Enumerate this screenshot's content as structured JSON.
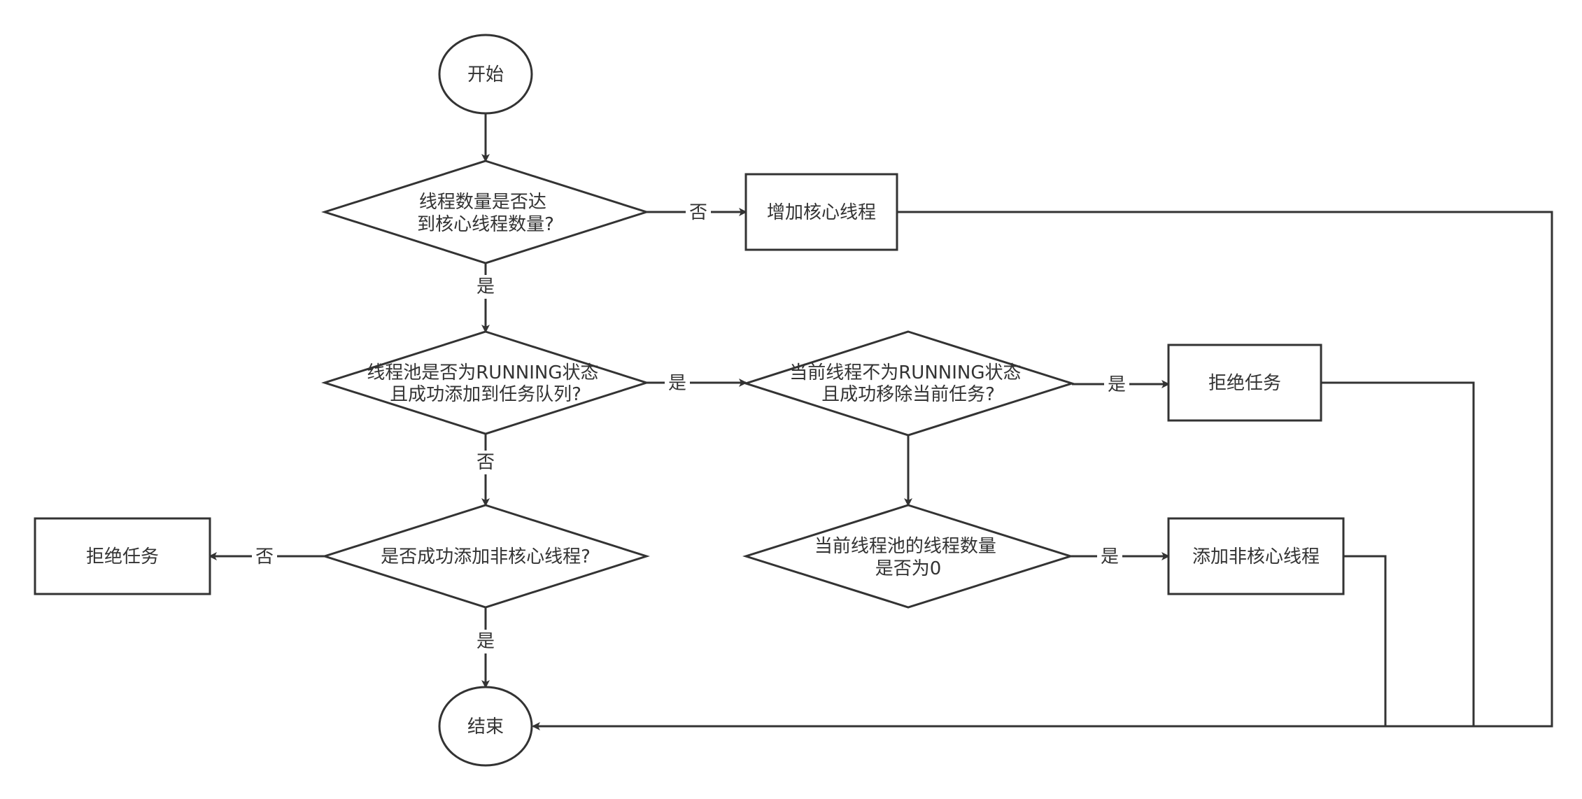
{
  "nodes": {
    "start": {
      "lines": [
        "开始"
      ]
    },
    "decision_core_count": {
      "lines": [
        "线程数量是否达",
        "到核心线程数量?"
      ]
    },
    "add_core_thread": {
      "lines": [
        "增加核心线程"
      ]
    },
    "decision_running_queue": {
      "lines": [
        "线程池是否为RUNNING状态",
        "且成功添加到任务队列?"
      ]
    },
    "decision_recheck_running": {
      "lines": [
        "当前线程不为RUNNING状态",
        "且成功移除当前任务?"
      ]
    },
    "reject_task_right": {
      "lines": [
        "拒绝任务"
      ]
    },
    "decision_add_noncore": {
      "lines": [
        "是否成功添加非核心线程?"
      ]
    },
    "reject_task_left": {
      "lines": [
        "拒绝任务"
      ]
    },
    "decision_pool_zero": {
      "lines": [
        "当前线程池的线程数量",
        "是否为0"
      ]
    },
    "add_noncore_thread": {
      "lines": [
        "添加非核心线程"
      ]
    },
    "end": {
      "lines": [
        "结束"
      ]
    }
  },
  "edge_labels": {
    "core_no": "否",
    "core_yes": "是",
    "running_yes": "是",
    "running_no": "否",
    "recheck_yes": "是",
    "noncore_no": "否",
    "noncore_yes": "是",
    "zero_yes": "是"
  },
  "colors": {
    "stroke": "#333333",
    "fill": "#ffffff",
    "text": "#333333"
  }
}
